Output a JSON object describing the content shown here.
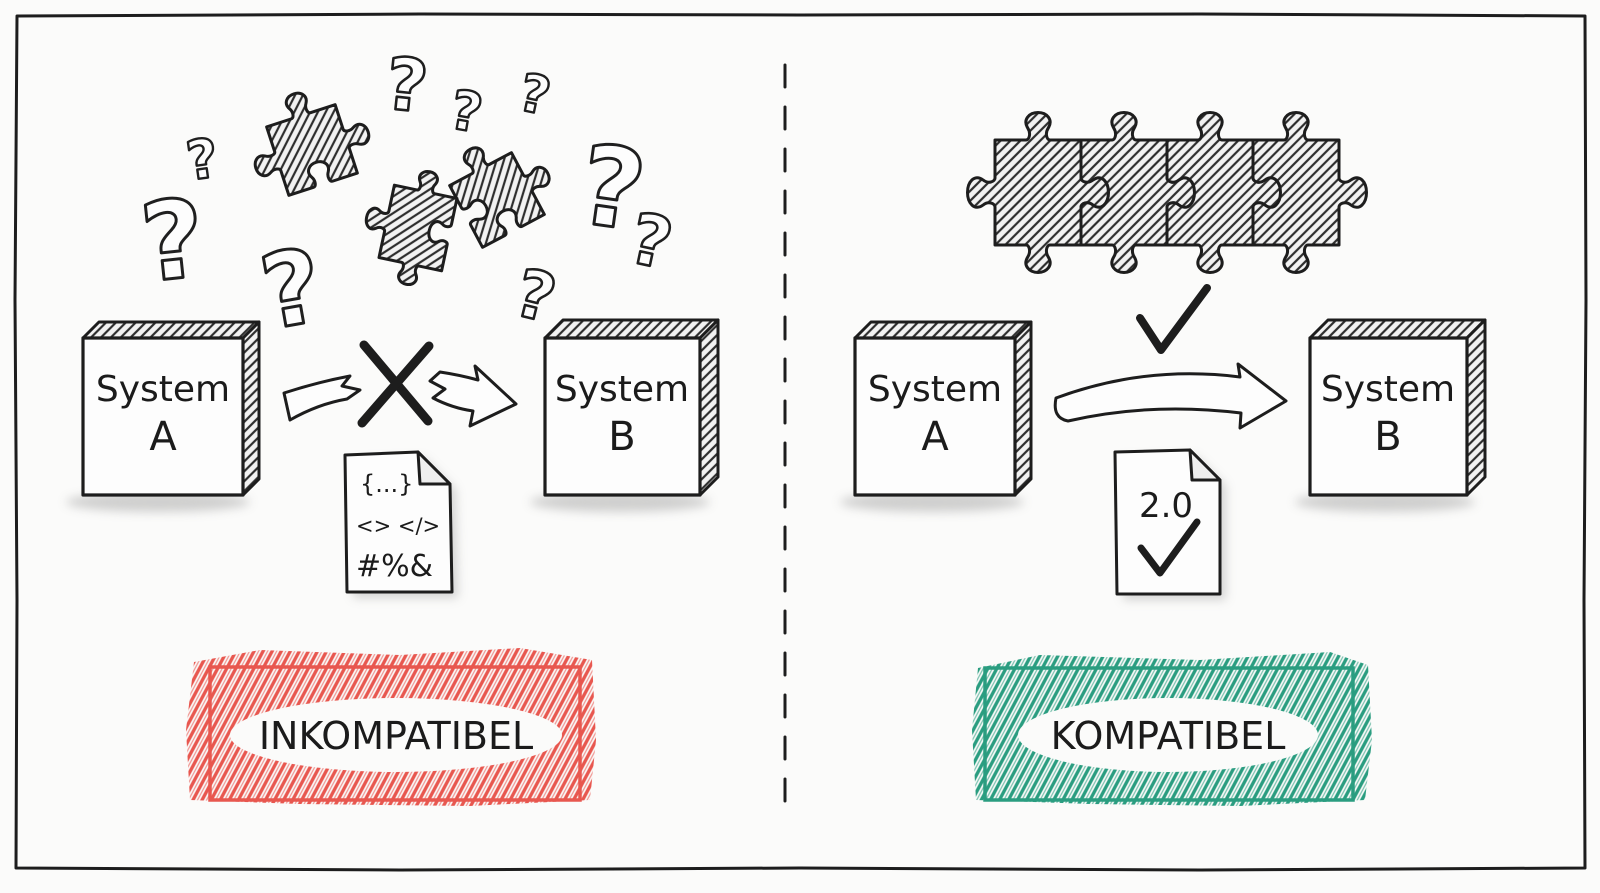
{
  "panels": {
    "left": {
      "question_mark": "?",
      "system_a": {
        "line1": "System",
        "line2": "A"
      },
      "system_b": {
        "line1": "System",
        "line2": "B"
      },
      "connection_icon": "x-mark-icon",
      "document": {
        "lines": [
          "{...}",
          "<> </>",
          "#%&"
        ]
      },
      "status_label": "INKOMPATIBEL",
      "status_color": "#e8574f"
    },
    "right": {
      "system_a": {
        "line1": "System",
        "line2": "A"
      },
      "system_b": {
        "line1": "System",
        "line2": "B"
      },
      "connection_icon": "checkmark-icon",
      "document": {
        "version": "2.0",
        "icon": "checkmark-icon"
      },
      "status_label": "KOMPATIBEL",
      "status_color": "#2a9d80"
    }
  },
  "icons": {
    "puzzle": "puzzle-piece-icon",
    "question": "question-mark-icon",
    "system": "system-box-icon",
    "document": "document-icon"
  },
  "colors": {
    "ink": "#1d1d1d",
    "hatch": "#2e2e2e",
    "background": "#fbfbfa"
  }
}
